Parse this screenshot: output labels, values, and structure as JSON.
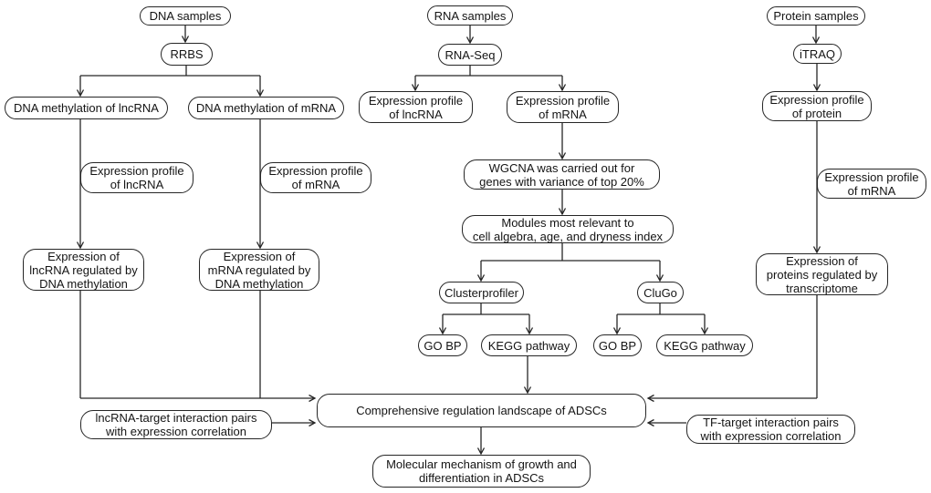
{
  "canvas": {
    "background": "#ffffff",
    "stroke_color": "#262626",
    "text_color": "#141414"
  },
  "nodes": {
    "dna_samples": "DNA samples",
    "rrbs": "RRBS",
    "dna_meth_lncrna": "DNA methylation of lncRNA",
    "dna_meth_mrna": "DNA methylation of mRNA",
    "expr_profile_lncrna_dna": "Expression profile\nof lncRNA",
    "expr_profile_mrna_dna": "Expression profile\nof mRNA",
    "expr_lncrna_by_dnameth": "Expression of\nlncRNA regulated by\nDNA methylation",
    "expr_mrna_by_dnameth": "Expression of\nmRNA regulated by\nDNA methylation",
    "rna_samples": "RNA samples",
    "rna_seq": "RNA-Seq",
    "expr_profile_lncrna_rna": "Expression profile\nof lncRNA",
    "expr_profile_mrna_rna": "Expression profile\nof mRNA",
    "wgcna": "WGCNA was carried out for\ngenes with variance of top 20%",
    "modules": "Modules most relevant to\ncell algebra, age, and dryness index",
    "clusterprofiler": "Clusterprofiler",
    "clugo": "CluGo",
    "gobp_cluster": "GO BP",
    "kegg_cluster": "KEGG pathway",
    "gobp_clugo": "GO BP",
    "kegg_clugo": "KEGG pathway",
    "protein_samples": "Protein samples",
    "itraq": "iTRAQ",
    "expr_profile_protein": "Expression profile\nof protein",
    "expr_profile_mrna_protein": "Expression profile\nof mRNA",
    "expr_proteins_by_transcriptome": "Expression of\nproteins regulated by\ntranscriptome",
    "lncrna_target_pairs": "lncRNA-target interaction pairs\nwith expression correlation",
    "tf_target_pairs": "TF-target interaction pairs\nwith expression correlation",
    "comprehensive": "Comprehensive regulation landscape of ADSCs",
    "molecular_mechanism": "Molecular mechanism of growth and\ndifferentiation in ADSCs"
  }
}
